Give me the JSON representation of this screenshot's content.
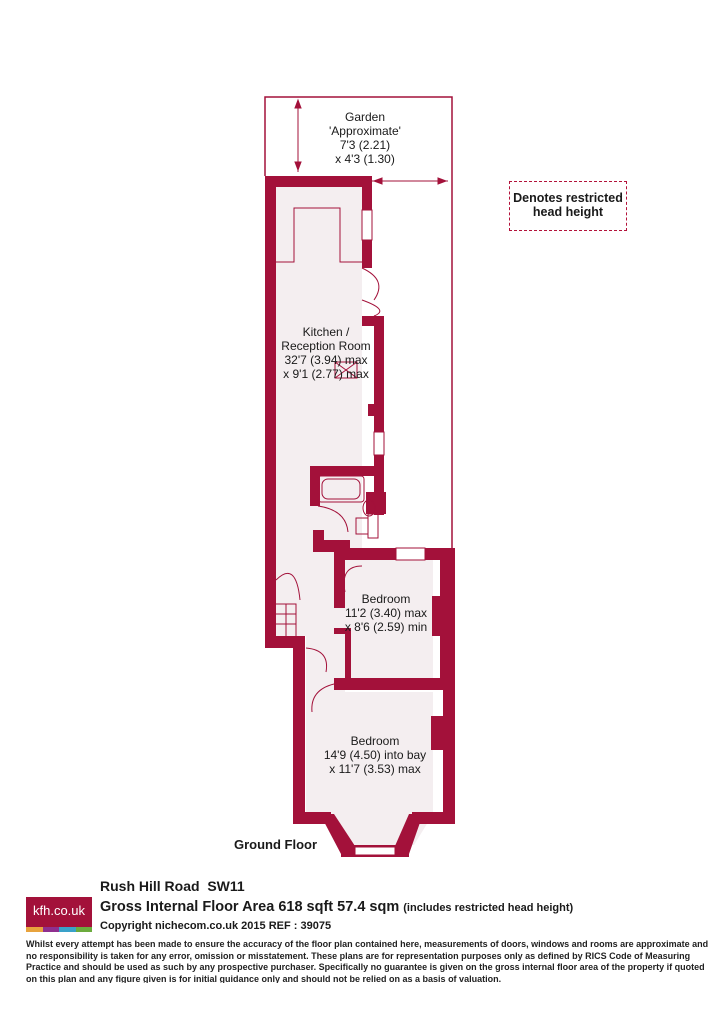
{
  "colors": {
    "wall": "#a3113a",
    "text": "#1a1a1a",
    "floor": "#f5eff1"
  },
  "rooms": {
    "garden": {
      "name": "Garden",
      "note": "'Approximate'",
      "dim1": "7'3 (2.21)",
      "dim2": "x 4'3 (1.30)"
    },
    "kitchen": {
      "name1": "Kitchen /",
      "name2": "Reception Room",
      "dim1": "32'7 (3.94) max",
      "dim2": "x 9'1 (2.77) max"
    },
    "bedroom1": {
      "name": "Bedroom",
      "dim1": "11'2 (3.40) max",
      "dim2": "x 8'6 (2.59) min"
    },
    "bedroom2": {
      "name": "Bedroom",
      "dim1": "14'9 (4.50) into bay",
      "dim2": "x 11'7 (3.53) max"
    }
  },
  "legend": {
    "line1": "Denotes restricted",
    "line2": "head height"
  },
  "floor_label": "Ground Floor",
  "footer": {
    "address": "Rush Hill Road  SW11",
    "gia": "Gross Internal Floor Area 618 sqft 57.4 sqm",
    "gia_note": "(includes restricted head height)",
    "copyright": "Copyright nichecom.co.uk 2015 REF : 39075",
    "logo": "kfh.co.uk",
    "logo_colors": [
      "#e8a33d",
      "#8f2f8f",
      "#3aa1c9",
      "#6cab3e"
    ],
    "disclaimer": "Whilst every attempt has been made to ensure the accuracy of the floor plan contained here, measurements of doors, windows and rooms are approximate and no responsibility is taken for any error, omission or misstatement.  These plans are for representation purposes only as defined by RICS Code of Measuring Practice and should be used as such by any prospective purchaser.  Specifically no guarantee is given on the gross internal floor area of the property if quoted on this plan and any figure given is for initial guidance only and should not be relied on as a basis of valuation."
  }
}
